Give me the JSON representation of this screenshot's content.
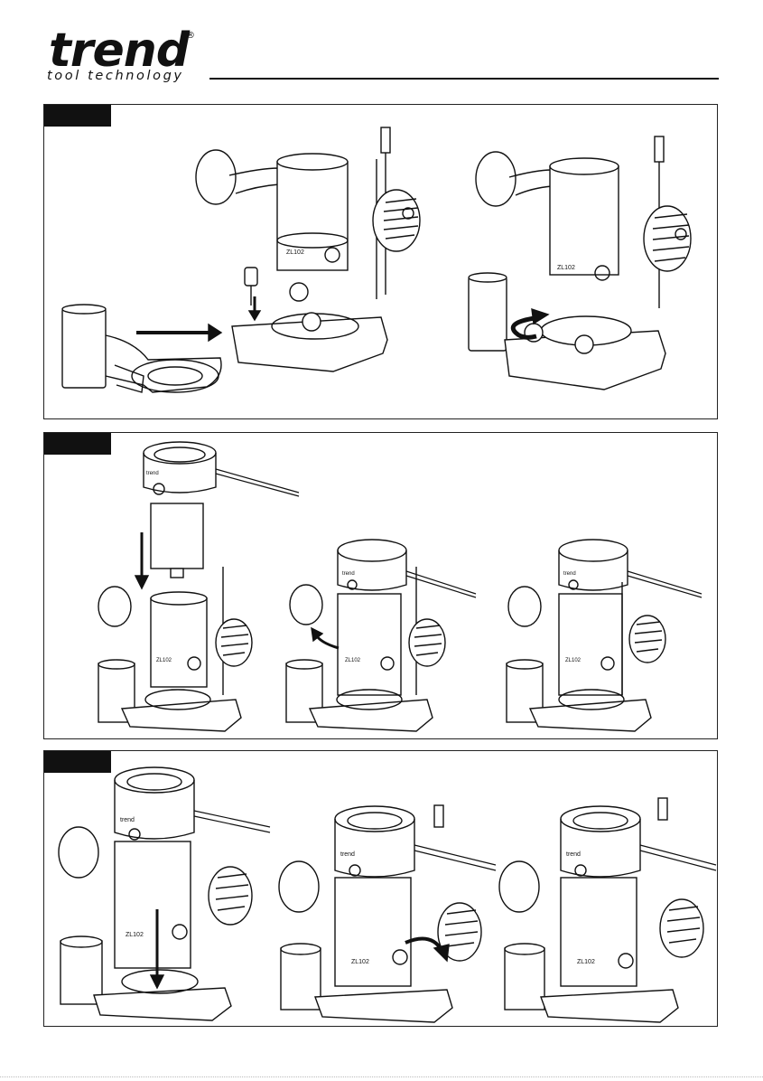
{
  "brand": {
    "wordmark": "trend",
    "registered": "®",
    "tagline": "tool technology"
  },
  "colors": {
    "ink": "#111111",
    "background": "#ffffff"
  },
  "panels": [
    {
      "figures": [
        {
          "name": "dust-spout-and-guide",
          "arrow": "right-arrow"
        },
        {
          "name": "plunge-base-with-fixing-screw",
          "label": "ZL102",
          "arrow": "down-arrow"
        },
        {
          "name": "plunge-base-with-rotation",
          "label": "ZL102",
          "arrow": "rotate-arrow"
        }
      ]
    },
    {
      "figures": [
        {
          "name": "motor-inserting",
          "label": "ZL102",
          "motor_label": "trend",
          "arrow": "down-arrow"
        },
        {
          "name": "motor-clamping",
          "label": "ZL102",
          "motor_label": "trend",
          "arrow": "curved-arrow"
        },
        {
          "name": "motor-assembled",
          "label": "ZL102",
          "motor_label": "trend"
        }
      ]
    },
    {
      "figures": [
        {
          "name": "depth-pushdown",
          "label": "ZL102",
          "motor_label": "trend",
          "arrow": "down-arrow"
        },
        {
          "name": "lever-lock",
          "label": "ZL102",
          "motor_label": "trend",
          "arrow": "curved-arrow"
        },
        {
          "name": "router-complete",
          "label": "ZL102",
          "motor_label": "trend"
        }
      ]
    }
  ]
}
